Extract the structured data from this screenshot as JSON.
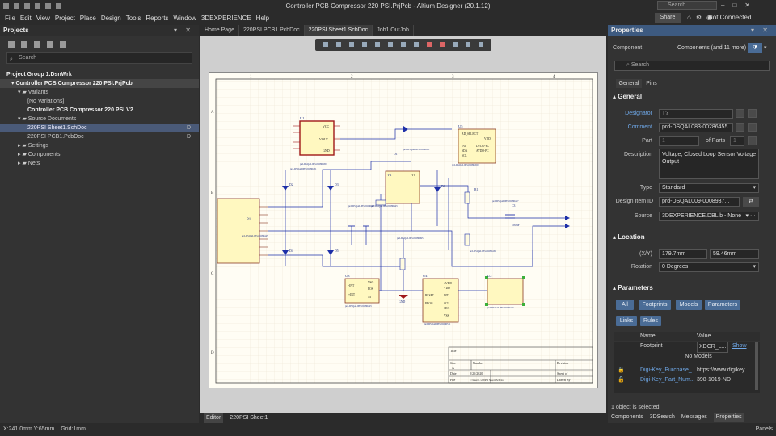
{
  "window": {
    "title": "Controller PCB Compressor 220 PSI.PrjPcb - Altium Designer (20.1.12)",
    "search_placeholder": "Search",
    "share_label": "Share",
    "not_connected": "Not Connected"
  },
  "menu": [
    "File",
    "Edit",
    "View",
    "Project",
    "Place",
    "Design",
    "Tools",
    "Reports",
    "Window",
    "3DEXPERIENCE",
    "Help"
  ],
  "projects": {
    "title": "Projects",
    "search_placeholder": "Search",
    "tree": [
      {
        "label": "Project Group 1.DsnWrk",
        "level": 0,
        "bold": true
      },
      {
        "label": "Controller PCB Compressor 220 PSI.PrjPcb",
        "level": 1,
        "bold": true
      },
      {
        "label": "Variants",
        "level": 2
      },
      {
        "label": "[No Variations]",
        "level": 3
      },
      {
        "label": "Controller PCB Compressor 220 PSI V2",
        "level": 3,
        "bold": true
      },
      {
        "label": "Source Documents",
        "level": 2
      },
      {
        "label": "220PSI Sheet1.SchDoc",
        "level": 3,
        "selected": true,
        "badge": "D"
      },
      {
        "label": "220PSI PCB1.PcbDoc",
        "level": 3,
        "badge": "D"
      },
      {
        "label": "Settings",
        "level": 2
      },
      {
        "label": "Components",
        "level": 2
      },
      {
        "label": "Nets",
        "level": 2
      }
    ]
  },
  "doc_tabs": [
    {
      "label": "Home Page",
      "active": false
    },
    {
      "label": "220PSI PCB1.PcbDoc",
      "active": false
    },
    {
      "label": "220PSI Sheet1.SchDoc",
      "active": true
    },
    {
      "label": "Job1.OutJob",
      "active": false
    }
  ],
  "schematic": {
    "col_labels": [
      "1",
      "2",
      "3",
      "4"
    ],
    "row_labels": [
      "A",
      "B",
      "C",
      "D"
    ],
    "title_block": {
      "title": "Title",
      "size": "Size",
      "size_val": "A",
      "number": "Number",
      "revision": "Revision",
      "date": "Date",
      "date_val": "2/25/2020",
      "file": "File",
      "file_val": "C:\\Users\\...\\220PSI Sheet1.SchDoc",
      "sheet": "Sheet of",
      "drawn": "Drawn By"
    },
    "parts": {
      "u1_ref": "U1",
      "u1_pins": [
        "VCC",
        "VOUT",
        "GND"
      ],
      "u2_ref": "U2",
      "u3_ref": "U3",
      "u4_ref": "U4",
      "u5_ref": "U5",
      "p1_ref": "P1",
      "v1_ref": "V1",
      "v1_pin": "V0",
      "u5_pins": [
        "AD_SELECT",
        "VDD",
        "INT",
        "SDA",
        "SCL",
        "DVDD-PC",
        "AVDD-PC"
      ],
      "u4_pins": [
        "AVDD",
        "VDD",
        "RESET",
        "INT",
        "PROG",
        "SCL",
        "SDA",
        "VSS"
      ],
      "u3_pins": [
        "NSO",
        "POS",
        "-INT",
        "NI",
        "+INT"
      ],
      "d_refs": [
        "D1",
        "D2",
        "D3",
        "D4",
        "D5",
        "D6",
        "D7",
        "D8"
      ],
      "gnd": "GND",
      "cap": "100nF",
      "c3": "C3",
      "r1": "R1"
    }
  },
  "editor_tabs": [
    {
      "label": "Editor",
      "active": true
    },
    {
      "label": "220PSI Sheet1",
      "active": false
    }
  ],
  "properties": {
    "title": "Properties",
    "component_label": "Component",
    "component_value": "Components (and 11 more)",
    "search_placeholder": "Search",
    "tabs": [
      "General",
      "Pins"
    ],
    "general_section": "General",
    "designator_label": "Designator",
    "designator_value": "T?",
    "comment_label": "Comment",
    "comment_value": "prd-DSQAL083-00286455",
    "part_label": "Part",
    "part_value": "1",
    "of_parts": "of Parts",
    "parts_count": "1",
    "description_label": "Description",
    "description_value": "Voltage, Closed Loop Sensor Voltage Output",
    "type_label": "Type",
    "type_value": "Standard",
    "design_item_label": "Design Item ID",
    "design_item_value": "prd-DSQAL009-0008937...",
    "source_label": "Source",
    "source_value": "3DEXPERIENCE.DBLib - None",
    "location_section": "Location",
    "xy_label": "(X/Y)",
    "x_value": "179.7mm",
    "y_value": "59.46mm",
    "rotation_label": "Rotation",
    "rotation_value": "0 Degrees",
    "parameters_section": "Parameters",
    "filter_buttons": [
      "All",
      "Footprints",
      "Models",
      "Parameters",
      "Links",
      "Rules"
    ],
    "col_name": "Name",
    "col_value": "Value",
    "param_rows": [
      {
        "name": "Footprint",
        "value": "XDCR_L...",
        "extra": "Show"
      },
      {
        "name": "No Models",
        "value": "",
        "extra": ""
      },
      {
        "name": "Digi-Key_Purchase_...",
        "value": "https://www.digikey...",
        "extra": ""
      },
      {
        "name": "Digi-Key_Part_Num...",
        "value": "398-1019-ND",
        "extra": ""
      }
    ],
    "selected_count": "1 object is selected",
    "bottom_tabs": [
      "Components",
      "3DSearch",
      "Messages",
      "Properties"
    ]
  },
  "status": {
    "coords": "X:241.0mm Y:65mm",
    "grid": "Grid:1mm",
    "panels": "Panels"
  }
}
